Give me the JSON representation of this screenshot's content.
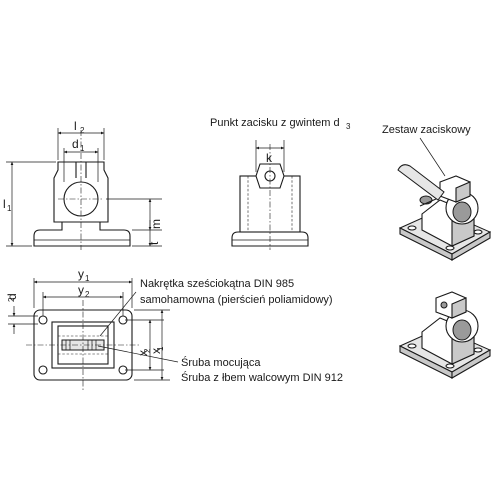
{
  "labels": {
    "clamping_point": "Punkt zacisku z gwintem d",
    "clamping_point_sub": "3",
    "clamp_set": "Zestaw zaciskowy",
    "hex_nut_line1": "Nakrętka sześciokątna DIN 985",
    "hex_nut_line2": "samohamowna (pierścień poliamidowy)",
    "screw_line1": "Śruba mocująca",
    "screw_line2": "Śruba z łbem walcowym DIN 912"
  },
  "dimensions": {
    "l": "l",
    "l2_sub": "2",
    "d": "d",
    "d1_sub": "1",
    "l1_sub": "1",
    "m": "m",
    "t": "t",
    "k": "k",
    "y": "y",
    "y1_sub": "1",
    "y2_sub": "2",
    "x": "x",
    "x1_sub": "1",
    "x2_sub": "2",
    "d2_sub": "2"
  }
}
